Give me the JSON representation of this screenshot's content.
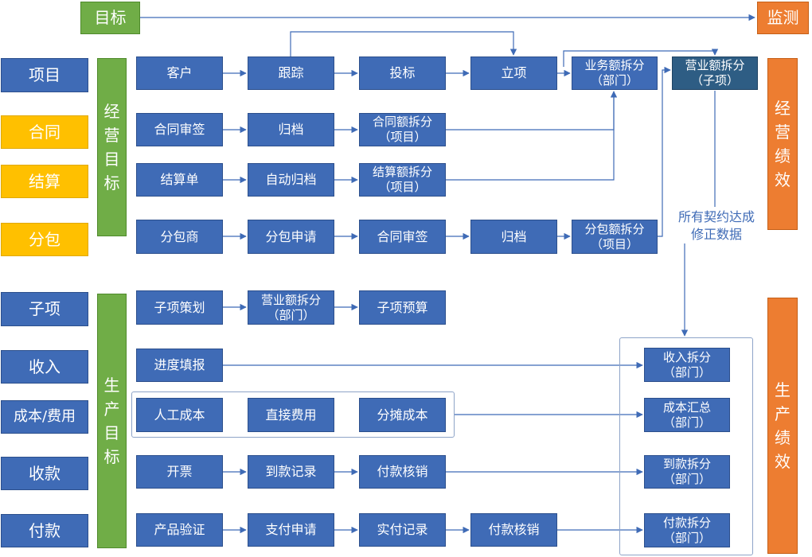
{
  "top": {
    "goal": "目标",
    "monitor": "监测"
  },
  "left": [
    "项目",
    "合同",
    "结算",
    "分包",
    "子项",
    "收入",
    "成本/费用",
    "收款",
    "付款"
  ],
  "groups": {
    "business_goal": "经营目标",
    "production_goal": "生产目标",
    "business_perf": "经营绩效",
    "production_perf": "生产绩效"
  },
  "rows": {
    "r1": [
      "客户",
      "跟踪",
      "投标",
      "立项"
    ],
    "r2": [
      "合同审签",
      "归档",
      "合同额拆分\n（项目）"
    ],
    "r3": [
      "结算单",
      "自动归档",
      "结算额拆分\n（项目）"
    ],
    "r4": [
      "分包商",
      "分包申请",
      "合同审签",
      "归档",
      "分包额拆分\n（项目）"
    ],
    "r5": [
      "子项策划",
      "营业额拆分\n（部门）",
      "子项预算"
    ],
    "r6": [
      "进度填报"
    ],
    "r7": [
      "人工成本",
      "直接费用",
      "分摊成本"
    ],
    "r8": [
      "开票",
      "到款记录",
      "付款核销"
    ],
    "r9": [
      "产品验证",
      "支付申请",
      "实付记录",
      "付款核销"
    ]
  },
  "split": {
    "business": "业务额拆分\n（部门）",
    "revenue": "营业额拆分\n（子项）"
  },
  "note": "所有契约达成\n修正数据",
  "outputs": [
    "收入拆分\n（部门）",
    "成本汇总\n（部门）",
    "到款拆分\n（部门）",
    "付款拆分\n（部门）"
  ],
  "colors": {
    "blue": "#3f6bb6",
    "gold": "#ffc000",
    "green": "#70ad47",
    "orange": "#ed7d31",
    "teal": "#2e5d84"
  }
}
